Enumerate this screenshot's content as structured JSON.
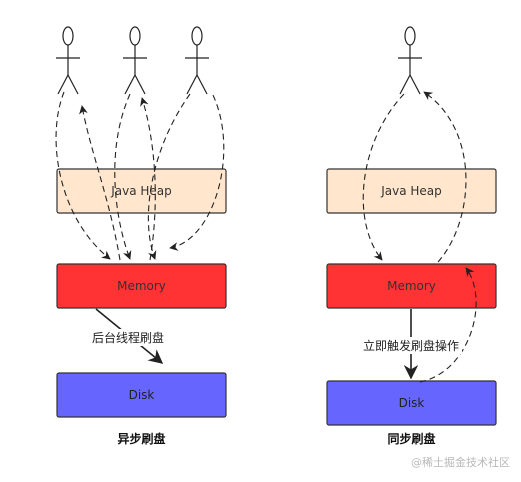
{
  "colors": {
    "heap_fill": "#ffe6cc",
    "memory_fill": "#ff3333",
    "disk_fill": "#6666ff",
    "stroke": "#333333",
    "dash": "#222222"
  },
  "icons": [
    "user-stick-figure-icon"
  ],
  "left": {
    "heap_label": "Java Heap",
    "memory_label": "Memory",
    "disk_label": "Disk",
    "edge_label": "后台线程刷盘",
    "caption": "异步刷盘"
  },
  "right": {
    "heap_label": "Java Heap",
    "memory_label": "Memory",
    "disk_label": "Disk",
    "edge_label": "立即触发刷盘操作",
    "caption": "同步刷盘"
  },
  "watermark": "@稀土掘金技术社区"
}
